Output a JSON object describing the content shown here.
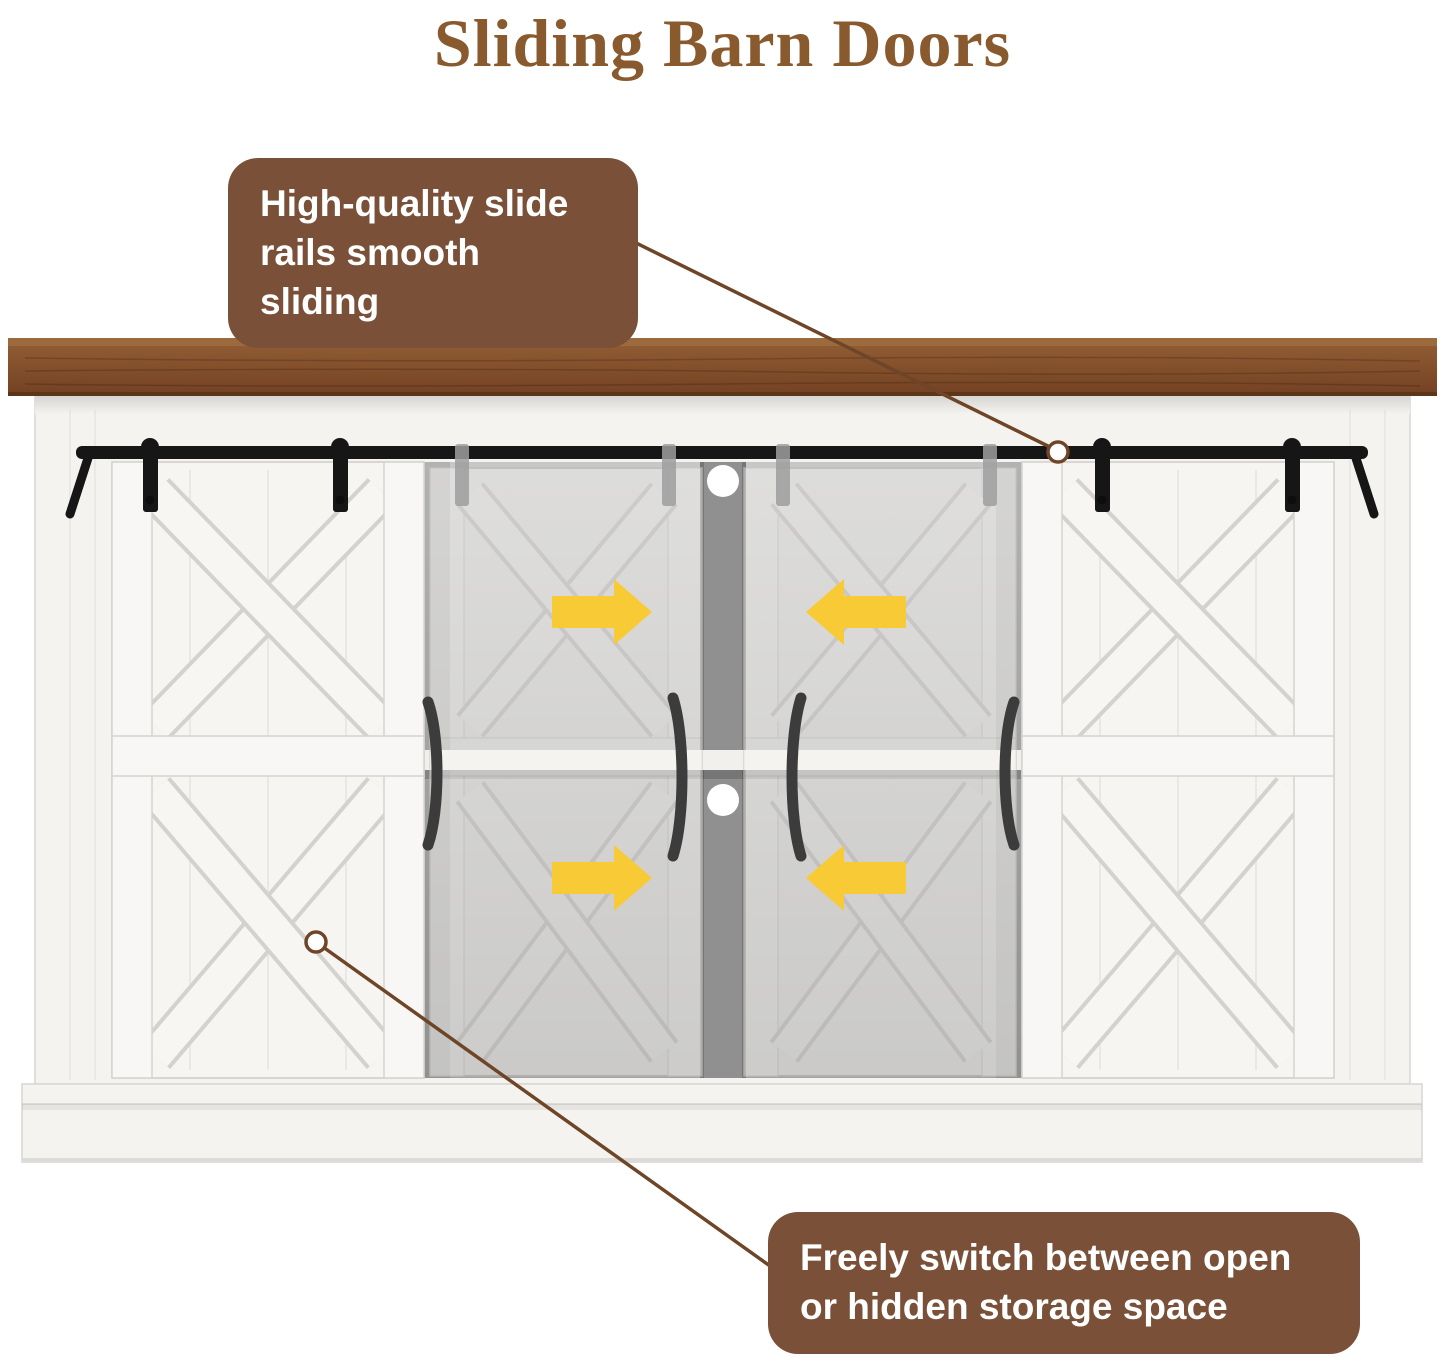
{
  "title": "Sliding Barn Doors",
  "callouts": {
    "top": {
      "line1": "High-quality slide",
      "line2": "rails smooth sliding"
    },
    "bottom": {
      "line1": "Freely switch between open",
      "line2": "or hidden storage space"
    }
  },
  "icons": {
    "slide_arrows": "four yellow arrows pointing inward showing door sliding direction",
    "connector_dots": "white circle markers on rail and left door"
  },
  "colors": {
    "title_brown": "#8a5a2f",
    "bubble_brown": "#7a5138",
    "connector_brown": "#6f4528",
    "wood_top": "#7c4b28",
    "wood_light": "#93603a",
    "rail_black": "#161616",
    "arrow_yellow": "#f8ca36",
    "cabinet_white": "#f4f3f0",
    "interior_gray": "#a8a8a8",
    "handle_dark": "#3c3c3c"
  }
}
